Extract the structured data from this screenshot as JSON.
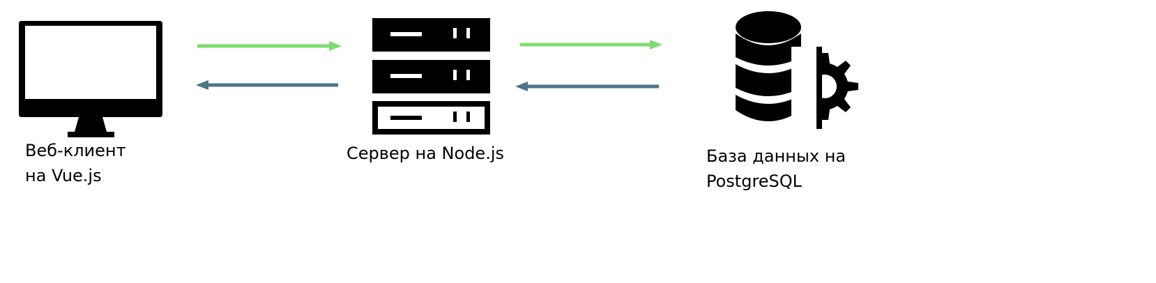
{
  "colors": {
    "request_arrow": "#7ddc6e",
    "response_arrow": "#4b7688",
    "icon": "#000000",
    "background": "#ffffff"
  },
  "nodes": [
    {
      "id": "client",
      "icon": "monitor-icon",
      "label_lines": [
        "Веб-клиент",
        "на Vue.js"
      ]
    },
    {
      "id": "server",
      "icon": "server-rack-icon",
      "label_lines": [
        "Сервер на Node.js"
      ]
    },
    {
      "id": "database",
      "icon": "database-gear-icon",
      "label_lines": [
        "База данных на",
        "PostgreSQL"
      ]
    }
  ],
  "edges": [
    {
      "from": "client",
      "to": "server",
      "kind": "request",
      "color": "#7ddc6e"
    },
    {
      "from": "server",
      "to": "client",
      "kind": "response",
      "color": "#4b7688"
    },
    {
      "from": "server",
      "to": "database",
      "kind": "request",
      "color": "#7ddc6e"
    },
    {
      "from": "database",
      "to": "server",
      "kind": "response",
      "color": "#4b7688"
    }
  ]
}
